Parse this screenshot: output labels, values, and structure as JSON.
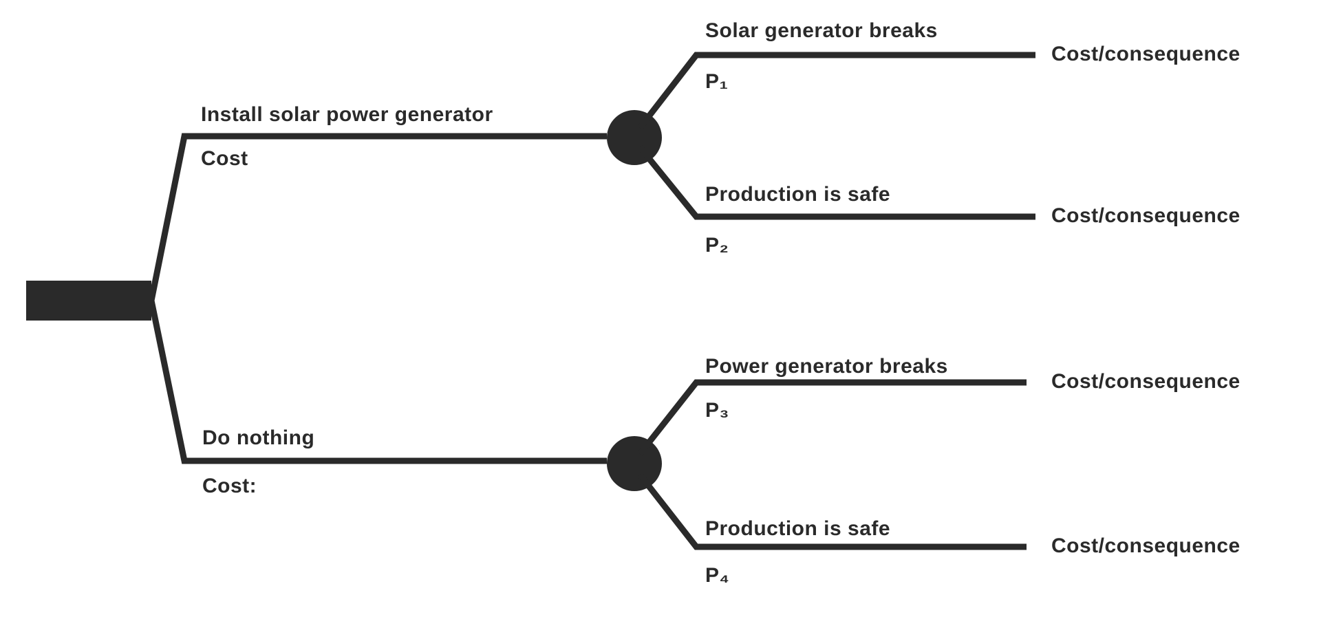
{
  "tree": {
    "decisions": {
      "install": {
        "label": "Install solar power generator",
        "cost_label": "Cost"
      },
      "do_nothing": {
        "label": "Do nothing",
        "cost_label": "Cost:"
      }
    },
    "chance_outcomes": {
      "o1": {
        "label": "Solar generator breaks",
        "probability": "P₁",
        "consequence": "Cost/consequence"
      },
      "o2": {
        "label": "Production is safe",
        "probability": "P₂",
        "consequence": "Cost/consequence"
      },
      "o3": {
        "label": "Power generator breaks",
        "probability": "P₃",
        "consequence": "Cost/consequence"
      },
      "o4": {
        "label": "Production is safe",
        "probability": "P₄",
        "consequence": "Cost/consequence"
      }
    },
    "nodes": {
      "root": "decision-node",
      "chance_top": "chance-node",
      "chance_bottom": "chance-node"
    },
    "colors": {
      "ink": "#2a2a2a",
      "background": "#ffffff"
    }
  }
}
